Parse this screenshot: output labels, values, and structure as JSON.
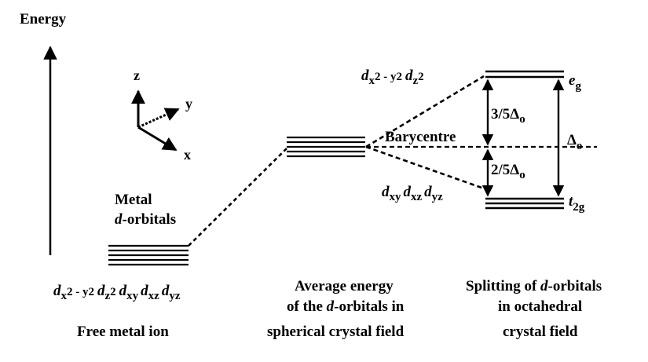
{
  "y_axis_label": "Energy",
  "axes": {
    "z": "z",
    "y": "y",
    "x": "x"
  },
  "free_ion": {
    "label_line1": "Metal",
    "label_line2_italic": "d",
    "label_line2_rest": "-orbitals",
    "caption": "Free metal ion"
  },
  "orbital_names": {
    "d": "d",
    "x2y2_a": "x",
    "x2y2_b": "2 - y",
    "x2y2_c": "2",
    "z2_a": "z",
    "z2_b": "2",
    "xy": "xy",
    "xz": "xz",
    "yz": "yz"
  },
  "spherical": {
    "caption_line1": "Average energy",
    "caption_line2_pre": "of the ",
    "caption_line2_italic": "d",
    "caption_line2_post": "-orbitals in",
    "caption_line3": "spherical crystal field"
  },
  "octahedral": {
    "barycentre": "Barycentre",
    "upper_split": "3/5Δ",
    "lower_split": "2/5Δ",
    "split_sub": "o",
    "delta": "Δ",
    "delta_sub": "o",
    "eg_main": "e",
    "eg_sub": "g",
    "t2g_main": "t",
    "t2g_sub": "2g",
    "caption_line1_pre": "Splitting of ",
    "caption_line1_italic": "d",
    "caption_line1_post": "-orbitals",
    "caption_line2": "in octahedral",
    "caption_line3": "crystal field"
  }
}
